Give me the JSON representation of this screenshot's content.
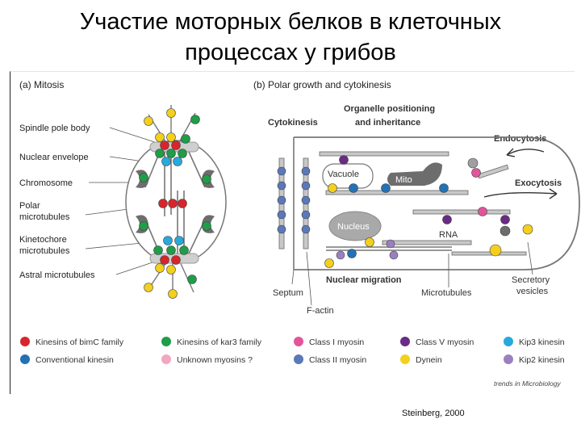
{
  "slide": {
    "title_line1": "Участие моторных белков в клеточных",
    "title_line2": "процессах у грибов"
  },
  "panel_a": {
    "heading": "(a)  Mitosis",
    "labels": {
      "spindle_pole_body": "Spindle pole body",
      "nuclear_envelope": "Nuclear envelope",
      "chromosome": "Chromosome",
      "polar_mt_1": "Polar",
      "polar_mt_2": "microtubules",
      "kinetochore_mt_1": "Kinetochore",
      "kinetochore_mt_2": "microtubules",
      "astral_mt": "Astral microtubules"
    }
  },
  "panel_b": {
    "heading": "(b)  Polar growth and cytokinesis",
    "labels": {
      "cytokinesis": "Cytokinesis",
      "organelle_1": "Organelle positioning",
      "organelle_2": "and inheritance",
      "endocytosis": "Endocytosis",
      "exocytosis": "Exocytosis",
      "vacuole": "Vacuole",
      "mito": "Mito",
      "nucleus": "Nucleus",
      "rna": "RNA",
      "septum": "Septum",
      "f_actin": "F-actin",
      "nuclear_migration": "Nuclear migration",
      "microtubules": "Microtubules",
      "secretory_1": "Secretory",
      "secretory_2": "vesicles"
    }
  },
  "legend": [
    {
      "label": "Kinesins of bimC family",
      "color": "#d7262b"
    },
    {
      "label": "Kinesins of kar3 family",
      "color": "#1f9d48"
    },
    {
      "label": "Class I myosin",
      "color": "#e2559a"
    },
    {
      "label": "Class V myosin",
      "color": "#6a2a86"
    },
    {
      "label": "Kip3 kinesin",
      "color": "#27a9dd"
    },
    {
      "label": "Conventional kinesin",
      "color": "#2272b5"
    },
    {
      "label": "Unknown myosins ?",
      "color": "#f2a7c3"
    },
    {
      "label": "Class II myosin",
      "color": "#5b78b8"
    },
    {
      "label": "Dynein",
      "color": "#f4cf1c"
    },
    {
      "label": "Kip2 kinesin",
      "color": "#9a80c0"
    }
  ],
  "journal": "trends in Microbiology",
  "credit": "Steinberg, 2000",
  "colors": {
    "gray_fill": "#cfcfcf",
    "dark_gray": "#6d6d6d",
    "outline": "#6f6f6f"
  }
}
